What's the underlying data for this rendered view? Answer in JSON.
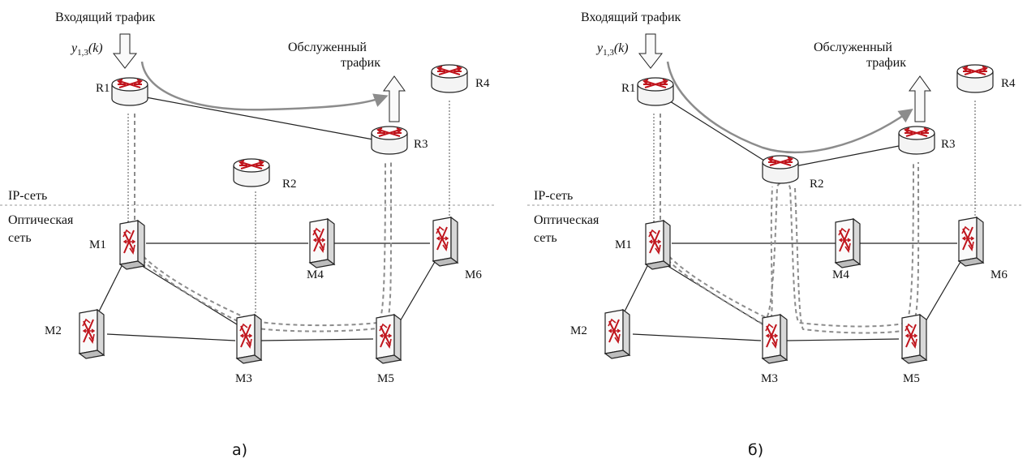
{
  "colors": {
    "link": "#222222",
    "flow": "#8c8c8c",
    "lightpath": "#8c8c8c",
    "accent": "#c0141c",
    "divider": "#9a9a9a"
  },
  "panels": [
    {
      "caption": "а)",
      "layer_ip": "IP-сеть",
      "layer_opt_1": "Оптическая",
      "layer_opt_2": "сеть",
      "incoming": "Входящий трафик",
      "served_1": "Обслуженный",
      "served_2": "трафик",
      "demand_base": "y",
      "demand_sub": "1,3",
      "demand_arg": "(k)",
      "routers": [
        "R1",
        "R2",
        "R3",
        "R4"
      ],
      "switches": [
        "M1",
        "M2",
        "M3",
        "M4",
        "M5",
        "M6"
      ]
    },
    {
      "caption": "б)",
      "layer_ip": "IP-сеть",
      "layer_opt_1": "Оптическая",
      "layer_opt_2": "сеть",
      "incoming": "Входящий трафик",
      "served_1": "Обслуженный",
      "served_2": "трафик",
      "demand_base": "y",
      "demand_sub": "1,3",
      "demand_arg": "(k)",
      "routers": [
        "R1",
        "R2",
        "R3",
        "R4"
      ],
      "switches": [
        "M1",
        "M2",
        "M3",
        "M4",
        "M5",
        "M6"
      ]
    }
  ]
}
